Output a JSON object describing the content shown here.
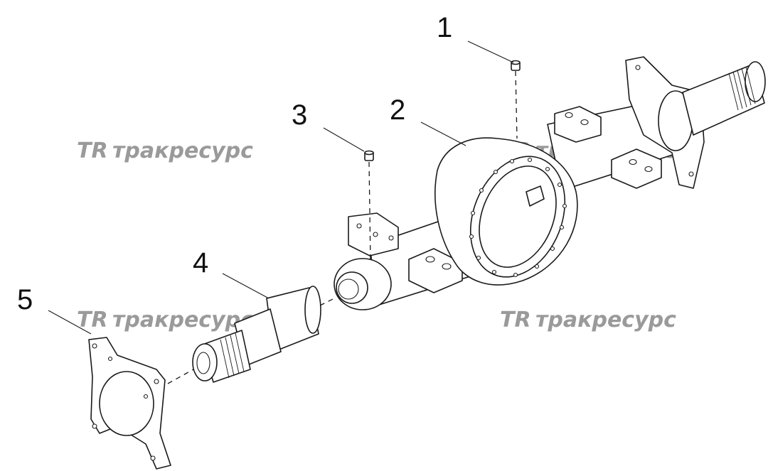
{
  "callouts": [
    {
      "number": "1",
      "part": "plug"
    },
    {
      "number": "2",
      "part": "axle-housing"
    },
    {
      "number": "3",
      "part": "plug"
    },
    {
      "number": "4",
      "part": "axle-spindle"
    },
    {
      "number": "5",
      "part": "mounting-flange"
    }
  ],
  "watermark": {
    "logo": "TR",
    "text": "тракресурс",
    "color": "#9a9a9a"
  }
}
